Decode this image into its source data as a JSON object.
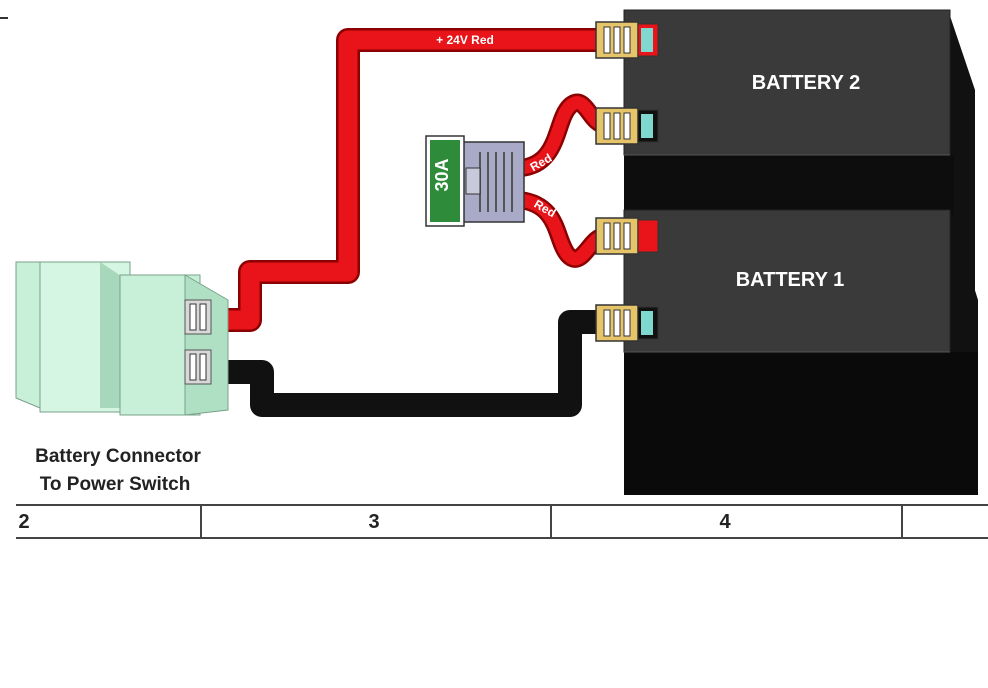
{
  "batteries": {
    "top": {
      "label": "BATTERY 2"
    },
    "bottom": {
      "label": "BATTERY 1"
    }
  },
  "fuse": {
    "label": "30A"
  },
  "wires": {
    "positive_main": {
      "label": "+ 24V Red"
    },
    "fuse_top": {
      "label": "Red"
    },
    "fuse_bottom": {
      "label": "Red"
    }
  },
  "connector": {
    "caption_line1": "Battery Connector",
    "caption_line2": "To Power Switch"
  },
  "grid": {
    "cells": [
      "2",
      "3",
      "4"
    ]
  },
  "colors": {
    "wire_red": "#e8141a",
    "wire_dark_red": "#8b0000",
    "wire_black": "#111111",
    "battery_body": "#3a3a3a",
    "battery_shadow": "#0a0a0a",
    "connector_green": "#c8f0d8",
    "fuse_green": "#2e8b3a",
    "fuse_body": "#a9a9c8",
    "terminal_gold": "#e6c46a",
    "terminal_teal": "#7fd8d0"
  }
}
